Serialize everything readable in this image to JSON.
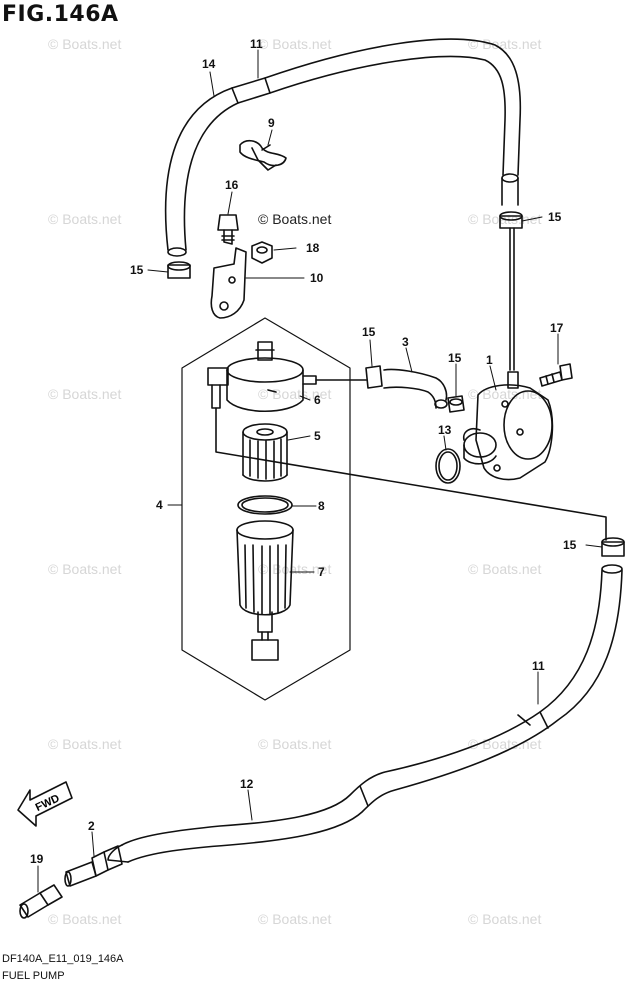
{
  "figure_title": "FIG.146A",
  "copyright": "© Boats.net",
  "watermark": "© Boats.net",
  "diagram_code": "DF140A_E11_019_146A",
  "diagram_name": "FUEL PUMP",
  "fwd_label": "FWD",
  "callouts": {
    "c1": "1",
    "c2": "2",
    "c3": "3",
    "c4": "4",
    "c5": "5",
    "c6": "6",
    "c7": "7",
    "c8": "8",
    "c9": "9",
    "c10": "10",
    "c11a": "11",
    "c11b": "11",
    "c12": "12",
    "c13": "13",
    "c14": "14",
    "c15a": "15",
    "c15b": "15",
    "c15c": "15",
    "c15d": "15",
    "c15e": "15",
    "c16": "16",
    "c17": "17",
    "c18": "18",
    "c19": "19"
  }
}
